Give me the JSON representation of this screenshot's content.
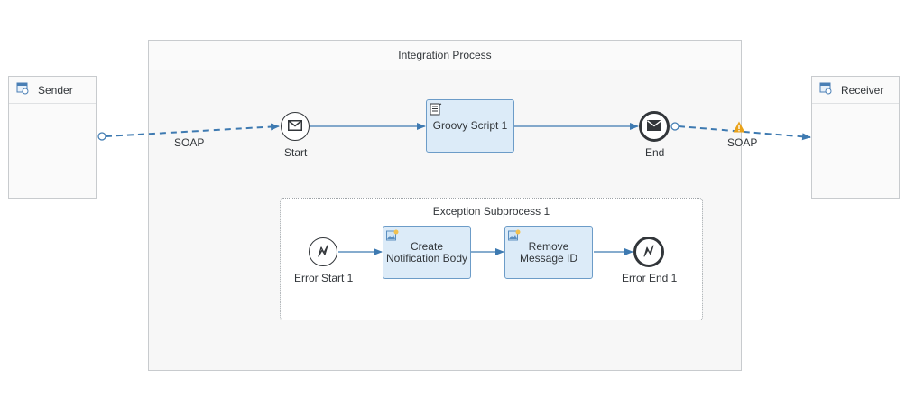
{
  "sender": {
    "label": "Sender"
  },
  "receiver": {
    "label": "Receiver"
  },
  "integration_process": {
    "title": "Integration Process"
  },
  "start_event": {
    "label": "Start"
  },
  "groovy_task": {
    "label": "Groovy Script 1"
  },
  "end_event": {
    "label": "End"
  },
  "sender_channel": {
    "label": "SOAP"
  },
  "receiver_channel": {
    "label": "SOAP"
  },
  "exception_subprocess": {
    "title": "Exception Subprocess 1",
    "error_start": "Error Start 1",
    "task1": {
      "line1": "Create",
      "line2": "Notification Body"
    },
    "task2": {
      "line1": "Remove",
      "line2": "Message ID"
    },
    "error_end": "Error End 1"
  },
  "colors": {
    "flow_line": "#3e7ab1",
    "task_fill": "#dcebf8",
    "task_border": "#6c9cc8",
    "warning": "#e9a21a"
  }
}
